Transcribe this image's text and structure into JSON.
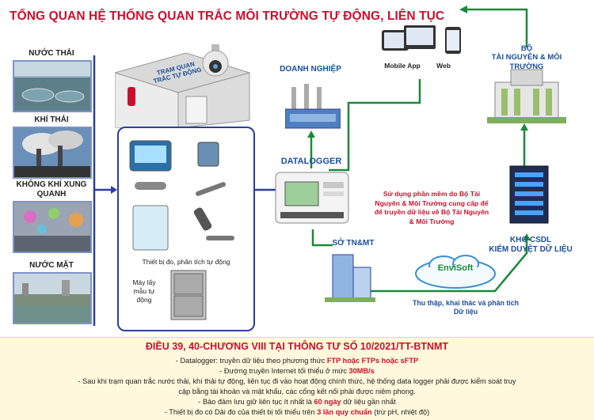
{
  "title": "TỔNG QUAN HỆ THỐNG QUAN TRẮC MÔI TRƯỜNG TỰ ĐỘNG, LIÊN TỤC",
  "sources": [
    {
      "label": "NƯỚC THẢI"
    },
    {
      "label": "KHÍ THẢI"
    },
    {
      "label": "KHÔNG KHÍ XUNG QUANH"
    },
    {
      "label": "NƯỚC MẶT"
    }
  ],
  "station": {
    "label": "TRẠM QUAN TRẮC TỰ ĐỘNG",
    "devices_label": "Thiết bị đo, phân tích tự động",
    "sampler_label": "Máy lấy mẫu tự động"
  },
  "enterprise_label": "DOANH NGHIỆP",
  "datalogger_label": "DATALOGGER",
  "ministry": {
    "line1": "BỘ",
    "line2": "TÀI NGUYÊN & MÔI TRƯỜNG"
  },
  "apps": {
    "mobile": "Mobile App",
    "web": "Web"
  },
  "software_note": "Sử dụng phần mềm do Bộ Tài Nguyên & Môi Trường cung cấp để để truyền dữ liệu về Bộ Tài Nguyên & Môi Trường",
  "kho": {
    "line1": "KHO CSDL",
    "line2": "KIỂM DUYỆT DỮ LIỆU"
  },
  "so_label": "SỞ TN&MT",
  "envisoft_label": "EnviSoft",
  "collect_label": "Thu thập, khai thác và phân tích Dữ liệu",
  "regulation": {
    "title": "ĐIỀU 39, 40-CHƯƠNG VIII TẠI THÔNG TƯ SỐ 10/2021/TT-BTNMT",
    "l1_pre": "- Datalogger: truyền dữ liệu theo phương thức ",
    "l1_hl": "FTP hoặc FTPs hoặc sFTP",
    "l2_pre": "- Đường truyền Internet tối thiểu ở mức ",
    "l2_hl": "30MB/s",
    "l3": "- Sau khi trạm quan trắc nước thải, khí thải tự động, liên tục đi vào hoạt động chính thức, hệ thống data logger phải được kiểm soát truy",
    "l4": "cập bằng tài khoản và mật khẩu, các cổng kết nối phải được niêm phong.",
    "l5_pre": "- Bảo đảm lưu giữ liên tục ít nhất là ",
    "l5_hl": "60 ngày",
    "l5_post": " dữ liệu gần nhất",
    "l6_pre": "- Thiết bị đo có Dải đo của thiết bị tối thiểu trên ",
    "l6_hl": "3 lần quy chuẩn",
    "l6_post": " (trừ pH, nhiệt độ)"
  }
}
